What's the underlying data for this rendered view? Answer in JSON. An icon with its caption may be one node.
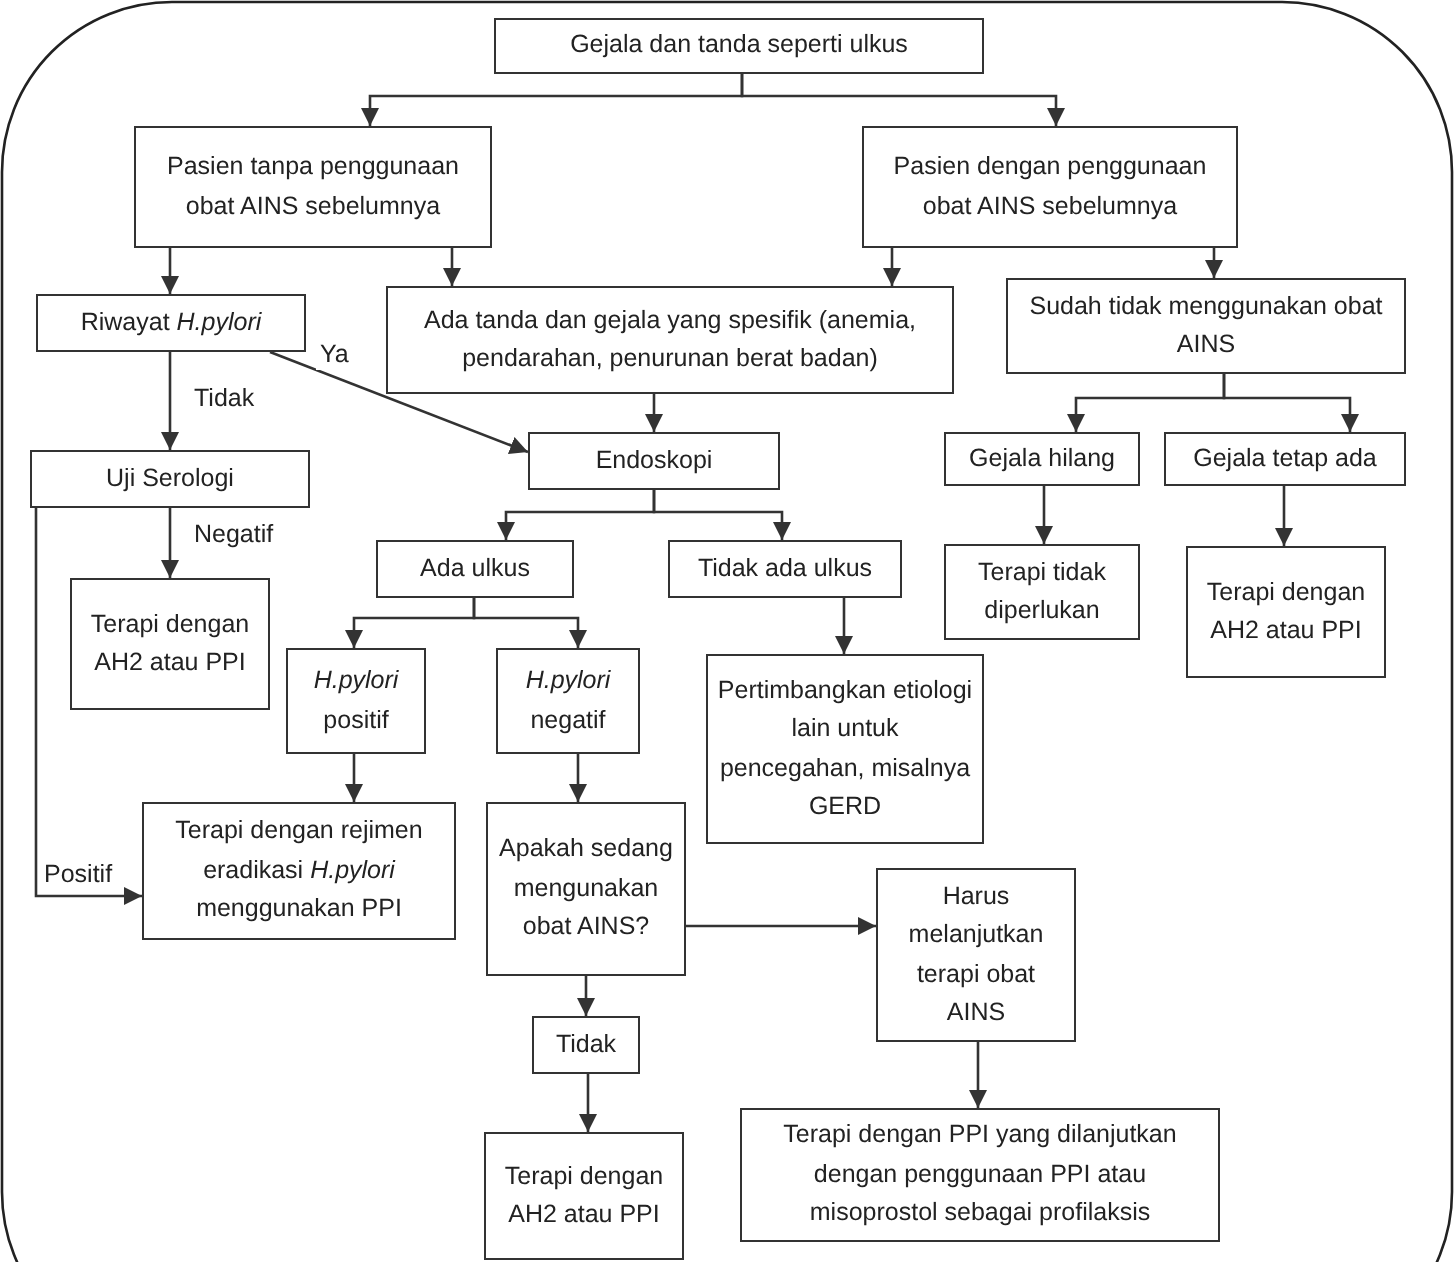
{
  "diagram": {
    "nodes": [
      {
        "text": [
          "Gejala dan tanda seperti ulkus"
        ]
      },
      {
        "text": [
          "Pasien tanpa penggunaan obat AINS sebelumnya"
        ]
      },
      {
        "text": [
          "Pasien dengan penggunaan obat AINS sebelumnya"
        ]
      },
      {
        "text": [
          "Riwayat *H.pylori*"
        ]
      },
      {
        "text": [
          "Ada tanda dan gejala yang spesifik (anemia, pendarahan, penurunan berat badan)"
        ]
      },
      {
        "text": [
          "Sudah tidak menggunakan obat AINS"
        ]
      },
      {
        "text": [
          "Uji Serologi"
        ]
      },
      {
        "text": [
          "Endoskopi"
        ]
      },
      {
        "text": [
          "Gejala hilang"
        ]
      },
      {
        "text": [
          "Gejala tetap ada"
        ]
      },
      {
        "text": [
          "Terapi dengan AH2 atau PPI"
        ]
      },
      {
        "text": [
          "Ada ulkus"
        ]
      },
      {
        "text": [
          "Tidak ada ulkus"
        ]
      },
      {
        "text": [
          "Terapi tidak diperlukan"
        ]
      },
      {
        "text": [
          "Terapi dengan AH2 atau PPI"
        ]
      },
      {
        "text": [
          "*H.pylori* positif"
        ]
      },
      {
        "text": [
          "*H.pylori* negatif"
        ]
      },
      {
        "text": [
          "Pertimbangkan etiologi lain untuk pencegahan, misalnya GERD"
        ]
      },
      {
        "text": [
          "Terapi dengan rejimen eradikasi *H.pylori* menggunakan PPI"
        ]
      },
      {
        "text": [
          "Apakah sedang mengunakan obat AINS?"
        ]
      },
      {
        "text": [
          "Harus melanjutkan terapi obat AINS"
        ]
      },
      {
        "text": [
          "Tidak"
        ]
      },
      {
        "text": [
          "Terapi dengan AH2 atau PPI"
        ]
      },
      {
        "text": [
          "Terapi dengan PPI yang dilanjutkan dengan penggunaan PPI atau misoprostol sebagai profilaksis"
        ]
      }
    ],
    "edges": [
      {
        "from": 0,
        "to": 1,
        "arrow": "to"
      },
      {
        "from": 0,
        "to": 2,
        "arrow": "to"
      },
      {
        "from": 1,
        "to": 3,
        "arrow": "to"
      },
      {
        "from": 1,
        "to": 4,
        "arrow": "to"
      },
      {
        "from": 2,
        "to": 4,
        "arrow": "to"
      },
      {
        "from": 2,
        "to": 5,
        "arrow": "to"
      },
      {
        "from": 3,
        "to": 6,
        "arrow": "to",
        "label": "Tidak"
      },
      {
        "from": 3,
        "to": 7,
        "arrow": "to",
        "label": "Ya"
      },
      {
        "from": 4,
        "to": 7,
        "arrow": "to"
      },
      {
        "from": 5,
        "to": 8,
        "arrow": "to"
      },
      {
        "from": 5,
        "to": 9,
        "arrow": "to"
      },
      {
        "from": 6,
        "to": 10,
        "arrow": "to",
        "label": "Negatif"
      },
      {
        "from": 6,
        "to": 18,
        "arrow": "to",
        "label": "Positif"
      },
      {
        "from": 7,
        "to": 11,
        "arrow": "to"
      },
      {
        "from": 7,
        "to": 12,
        "arrow": "to"
      },
      {
        "from": 8,
        "to": 13,
        "arrow": "to"
      },
      {
        "from": 9,
        "to": 14,
        "arrow": "to"
      },
      {
        "from": 11,
        "to": 15,
        "arrow": "to"
      },
      {
        "from": 11,
        "to": 16,
        "arrow": "to"
      },
      {
        "from": 12,
        "to": 17,
        "arrow": "to"
      },
      {
        "from": 15,
        "to": 18,
        "arrow": "to"
      },
      {
        "from": 16,
        "to": 19,
        "arrow": "to"
      },
      {
        "from": 19,
        "to": 20,
        "arrow": "to"
      },
      {
        "from": 19,
        "to": 21,
        "arrow": "to"
      },
      {
        "from": 21,
        "to": 22,
        "arrow": "to"
      },
      {
        "from": 20,
        "to": 23,
        "arrow": "to"
      }
    ]
  }
}
